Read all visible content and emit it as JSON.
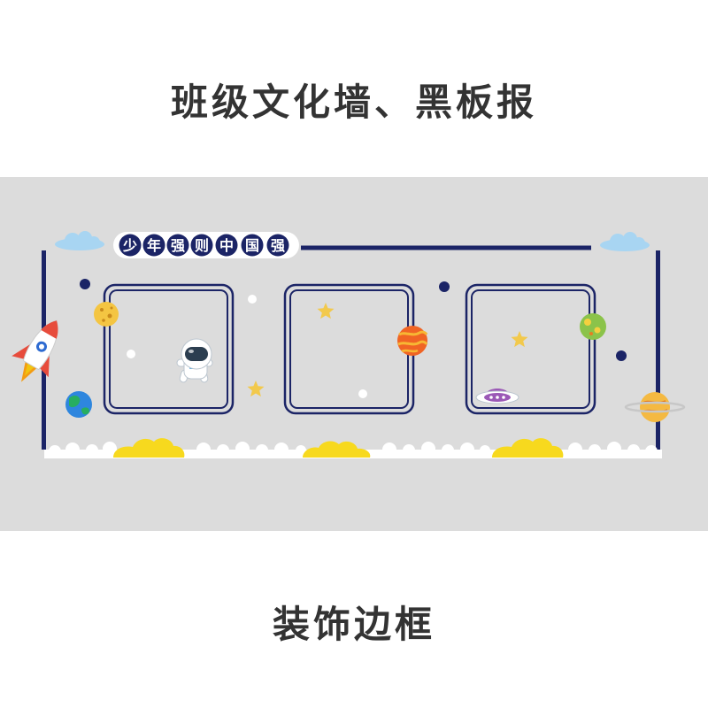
{
  "header": {
    "title": "班级文化墙、黑板报"
  },
  "board": {
    "slogan_chars": [
      "少",
      "年",
      "强",
      "则",
      "中",
      "国",
      "强"
    ],
    "frame_count": 3
  },
  "footer": {
    "caption": "装饰边框"
  },
  "colors": {
    "background": "#ffffff",
    "wall": "#dcdcdc",
    "navy": "#1b2466",
    "star": "#f2c94c",
    "cloud_blue": "#a8d5f2",
    "cloud_yellow": "#f7d91e"
  },
  "decorations": [
    "rocket",
    "astronaut",
    "planets",
    "stars",
    "ufo",
    "clouds"
  ]
}
